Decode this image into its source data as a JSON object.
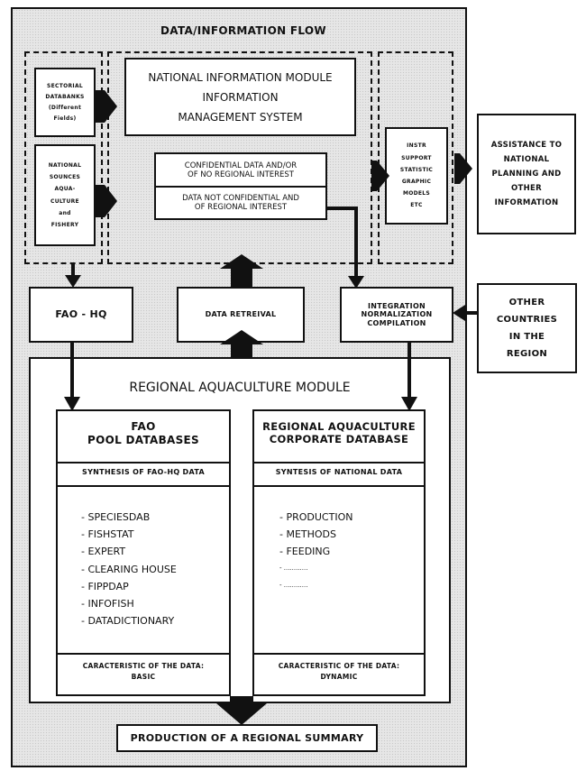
{
  "title": "DATA/INFORMATION FLOW",
  "sectorial_databanks": [
    "SECTORIAL",
    "DATABANKS",
    "(Different",
    "Fields)"
  ],
  "national_sources": [
    "NATIONAL",
    "SOUNCES",
    "AQUA-",
    "CULTURE",
    "and",
    "FISHERY"
  ],
  "national_module": {
    "line1": "NATIONAL INFORMATION MODULE",
    "line2": "INFORMATION",
    "line3": "MANAGEMENT SYSTEM"
  },
  "confidential": {
    "top": [
      "CONFIDENTIAL DATA AND/OR",
      "OF NO REGIONAL INTEREST"
    ],
    "bottom": [
      "DATA NOT CONFIDENTIAL AND",
      "OF REGIONAL INTEREST"
    ]
  },
  "tools": [
    "INSTR",
    "SUPPORT",
    "STATISTIC",
    "GRAPHIC",
    "MODELS",
    "ETC"
  ],
  "assistance": [
    "ASSISTANCE TO",
    "NATIONAL",
    "PLANNING AND",
    "OTHER",
    "INFORMATION"
  ],
  "fao_hq": "FAO - HQ",
  "data_retrieval": "DATA RETREIVAL",
  "integration": [
    "INTEGRATION",
    "NORMALIZATION",
    "COMPILATION"
  ],
  "other_countries": [
    "OTHER",
    "COUNTRIES",
    "IN THE",
    "REGION"
  ],
  "regional_module": "REGIONAL AQUACULTURE MODULE",
  "fao_pool": {
    "title": [
      "FAO",
      "POOL DATABASES"
    ],
    "synthesis": "SYNTHESIS OF FAO-HQ DATA",
    "items": [
      "- SPECIESDAB",
      "- FISHSTAT",
      "- EXPERT",
      "- CLEARING HOUSE",
      "- FIPPDAP",
      "- INFOFISH",
      "- DATADICTIONARY"
    ],
    "characteristic": [
      "CARACTERISTIC OF THE DATA:",
      "BASIC"
    ]
  },
  "regional_db": {
    "title": [
      "REGIONAL AQUACULTURE",
      "CORPORATE DATABASE"
    ],
    "synthesis": "SYNTESIS OF NATIONAL DATA",
    "items": [
      "- PRODUCTION",
      "- METHODS",
      "- FEEDING",
      "- ............",
      "- ............"
    ],
    "characteristic": [
      "CARACTERISTIC OF THE DATA:",
      "DYNAMIC"
    ]
  },
  "summary": "PRODUCTION OF A REGIONAL SUMMARY"
}
